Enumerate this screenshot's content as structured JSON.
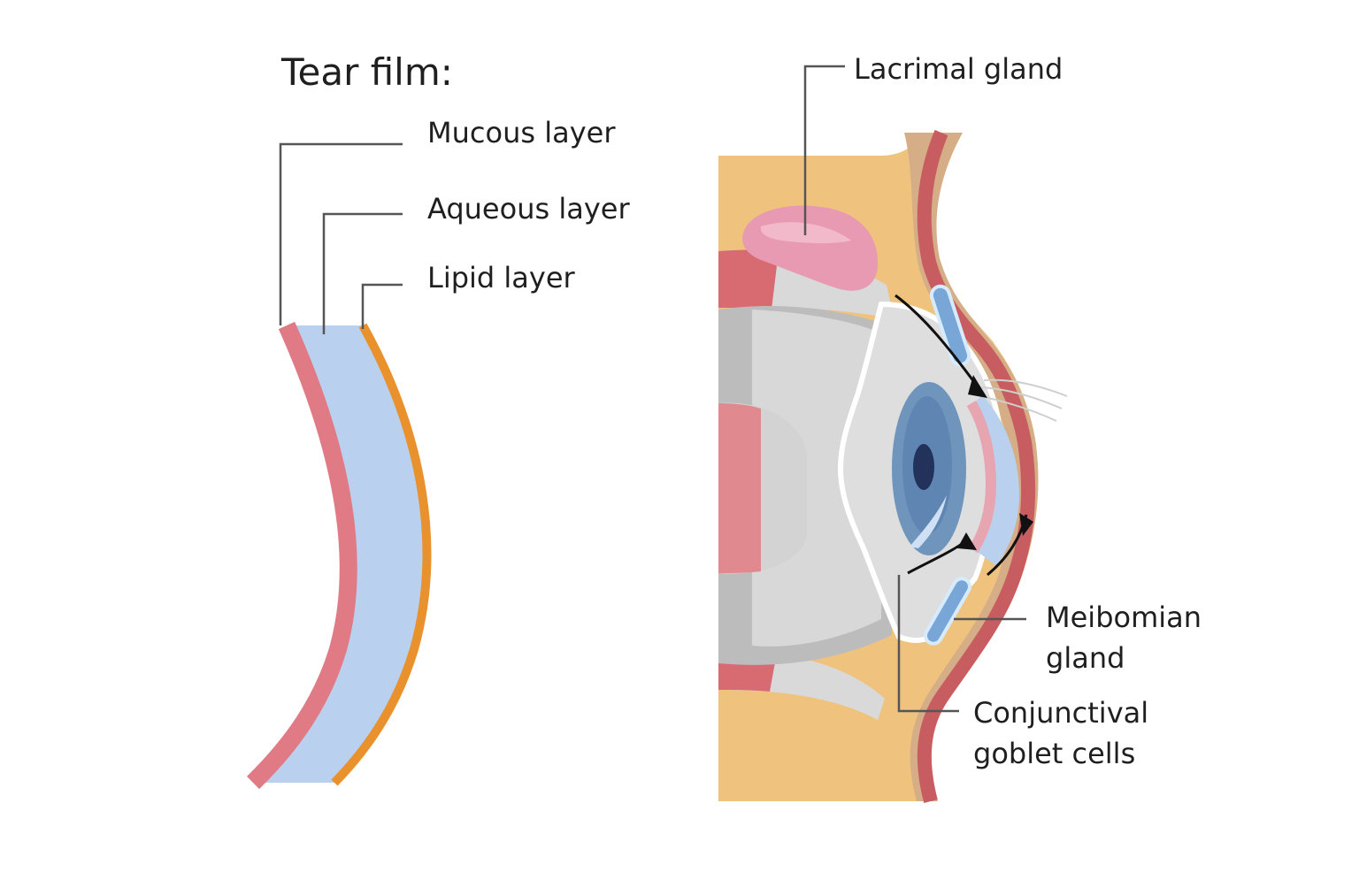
{
  "tear_film": {
    "title": "Tear film:",
    "labels": {
      "mucous": "Mucous layer",
      "aqueous": "Aqueous layer",
      "lipid": "Lipid layer"
    }
  },
  "eye": {
    "labels": {
      "lacrimal": "Lacrimal gland",
      "meibomian_line1": "Meibomian",
      "meibomian_line2": "gland",
      "goblet_line1": "Conjunctival",
      "goblet_line2": "goblet cells"
    }
  },
  "colors": {
    "mucous": "#e07b86",
    "aqueous": "#b9d1ee",
    "lipid": "#e9912c",
    "tissue": "#efc37e",
    "skin": "#d5ad86",
    "skin_red": "#c85d61",
    "lacrimal": "#e89ab2",
    "sclera": "#d7d7d7",
    "iris": "#6f95bd",
    "pupil": "#22325b",
    "meibomian": "#78a6d6"
  }
}
